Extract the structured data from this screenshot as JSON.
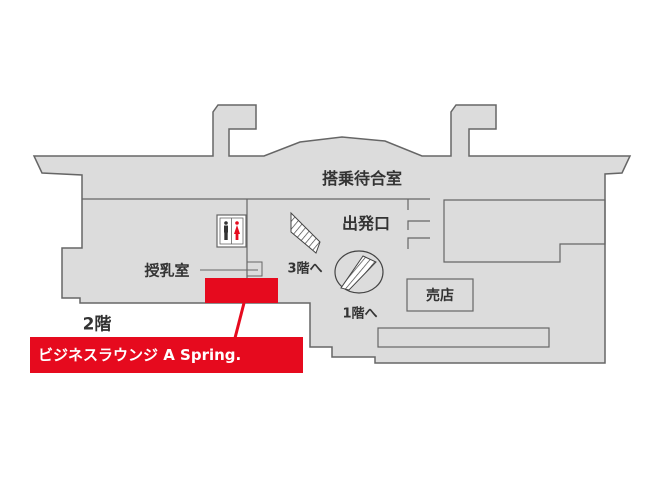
{
  "floor_label": "2階",
  "colors": {
    "highlight": "#E60A1E",
    "floor": "#DCDCDC",
    "wall": "#666666",
    "text": "#333333"
  },
  "rooms": {
    "waiting_room": "搭乗待合室",
    "departure_gate": "出発口",
    "nursing_room": "授乳室",
    "shop": "売店"
  },
  "stairs": {
    "to_3f": "3階へ",
    "to_1f": "1階へ"
  },
  "highlight": {
    "name": "ビジネスラウンジ A Spring."
  },
  "icons": [
    "restroom-icon",
    "stairs-icon",
    "escalator-icon"
  ]
}
